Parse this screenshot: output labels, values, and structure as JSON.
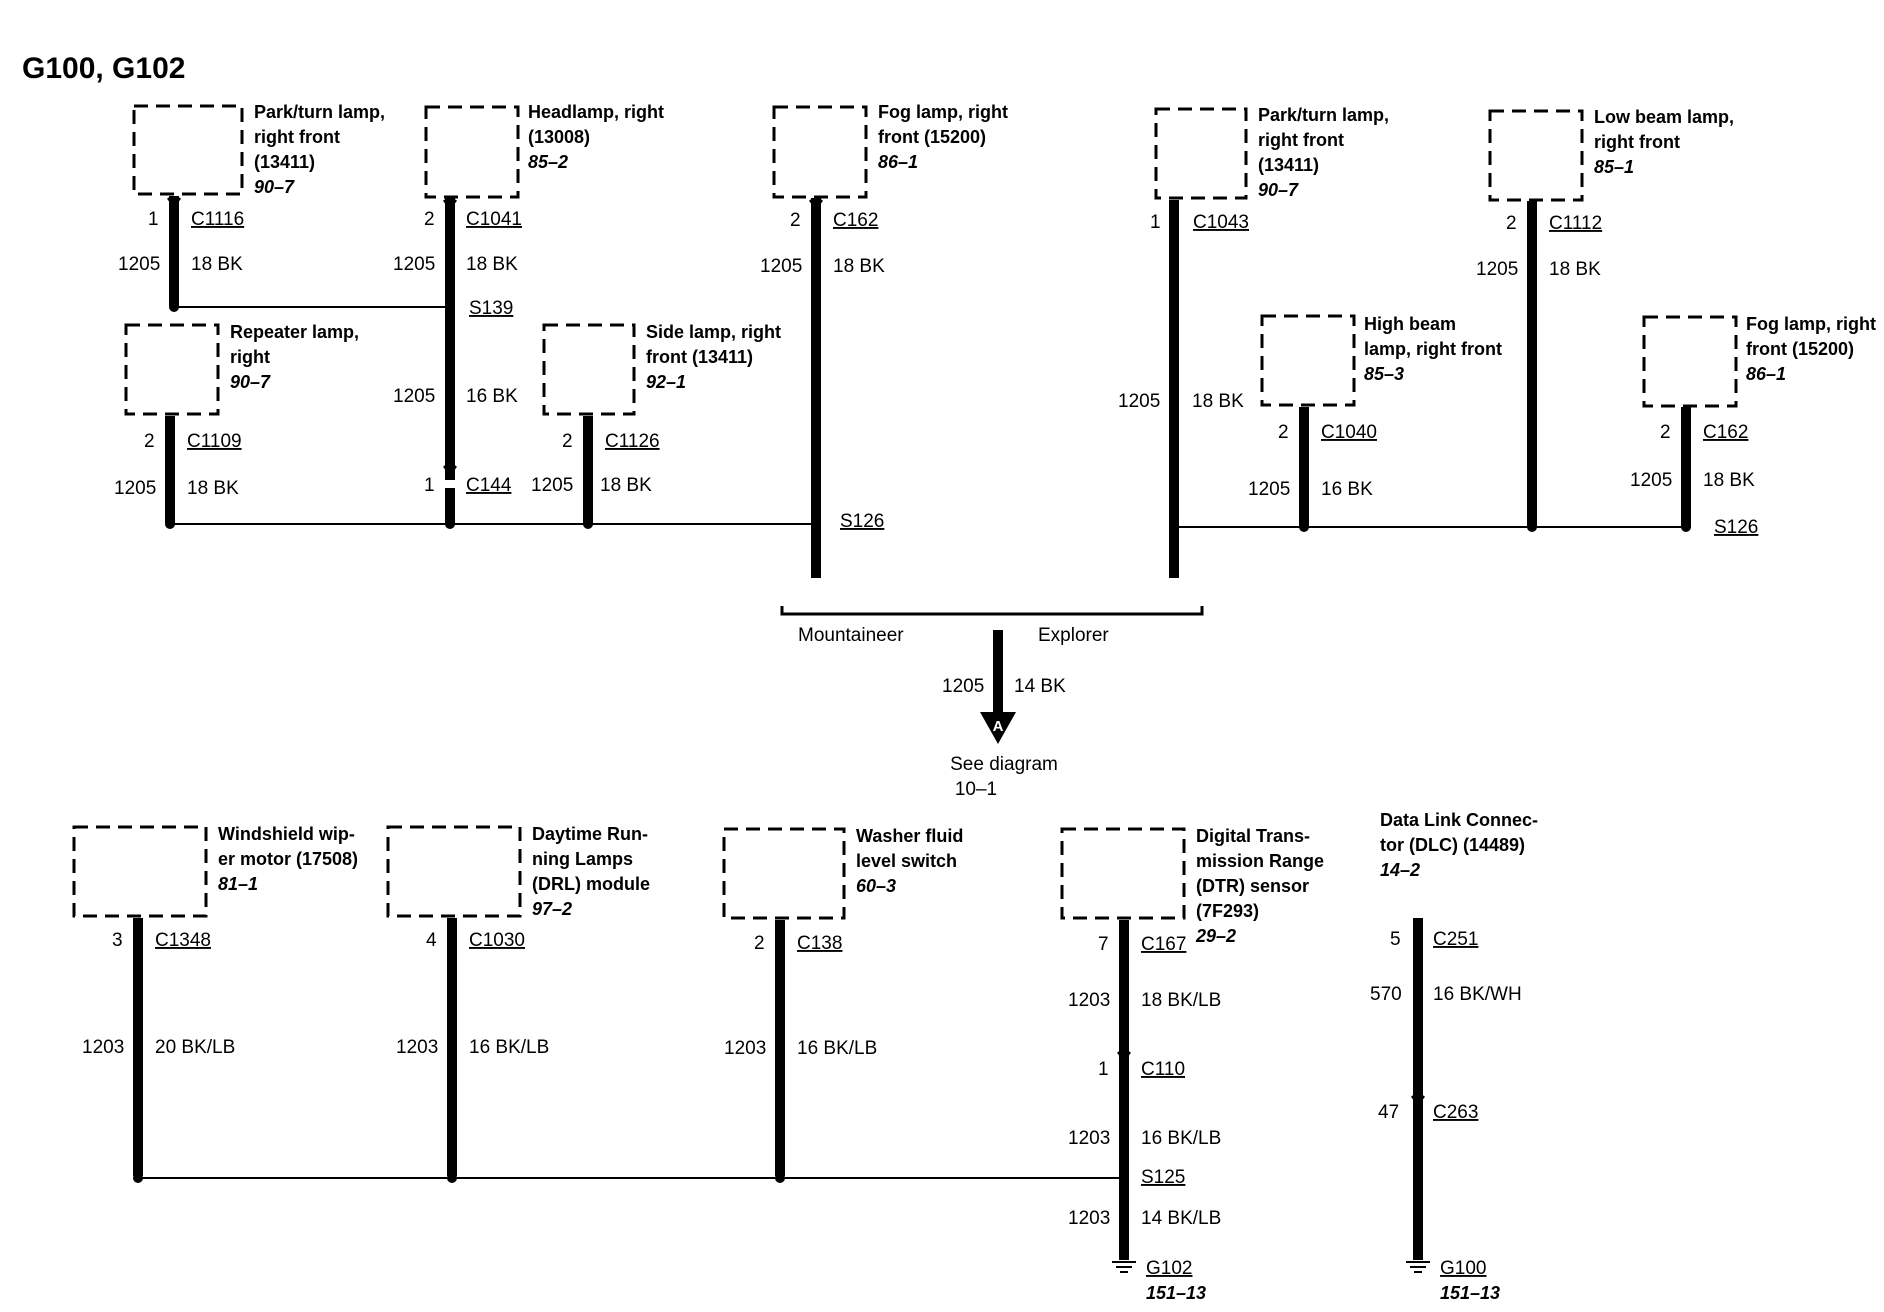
{
  "title": "G100, G102",
  "components": {
    "park_turn_lf": {
      "name_l1": "Park/turn lamp,",
      "name_l2": "right front",
      "name_l3": "(13411)",
      "ref": "90–7",
      "pin": "1",
      "connector": "C1116",
      "circuit": "1205",
      "wire": "18 BK"
    },
    "headlamp_right": {
      "name_l1": "Headlamp, right",
      "name_l2": "(13008)",
      "ref": "85–2",
      "pin": "2",
      "connector": "C1041",
      "circuit": "1205",
      "wire": "18 BK"
    },
    "fog_lamp_m": {
      "name_l1": "Fog lamp, right",
      "name_l2": "front (15200)",
      "ref": "86–1",
      "pin": "2",
      "connector": "C162",
      "circuit": "1205",
      "wire": "18 BK"
    },
    "park_turn_e": {
      "name_l1": "Park/turn lamp,",
      "name_l2": "right front",
      "name_l3": "(13411)",
      "ref": "90–7",
      "pin": "1",
      "connector": "C1043",
      "circuit": "1205",
      "wire": "18 BK"
    },
    "low_beam": {
      "name_l1": "Low beam lamp,",
      "name_l2": "right front",
      "ref": "85–1",
      "pin": "2",
      "connector": "C1112",
      "circuit": "1205",
      "wire": "18 BK"
    },
    "repeater": {
      "name_l1": "Repeater lamp,",
      "name_l2": "right",
      "ref": "90–7",
      "pin": "2",
      "connector": "C1109",
      "circuit": "1205",
      "wire": "18 BK"
    },
    "side_lamp": {
      "name_l1": "Side lamp, right",
      "name_l2": "front (13411)",
      "ref": "92–1",
      "pin": "2",
      "connector": "C1126",
      "circuit": "1205",
      "wire": "18 BK"
    },
    "high_beam": {
      "name_l1": "High beam",
      "name_l2": "lamp, right front",
      "ref": "85–3",
      "pin": "2",
      "connector": "C1040",
      "circuit": "1205",
      "wire": "16 BK"
    },
    "fog_lamp_e": {
      "name_l1": "Fog lamp, right",
      "name_l2": "front (15200)",
      "ref": "86–1",
      "pin": "2",
      "connector": "C162",
      "circuit": "1205",
      "wire": "18 BK"
    },
    "wiper": {
      "name_l1": "Windshield wip-",
      "name_l2": "er motor (17508)",
      "ref": "81–1",
      "pin": "3",
      "connector": "C1348",
      "circuit": "1203",
      "wire": "20 BK/LB"
    },
    "drl": {
      "name_l1": "Daytime Run-",
      "name_l2": "ning Lamps",
      "name_l3": "(DRL) module",
      "ref": "97–2",
      "pin": "4",
      "connector": "C1030",
      "circuit": "1203",
      "wire": "16 BK/LB"
    },
    "washer": {
      "name_l1": "Washer fluid",
      "name_l2": "level switch",
      "ref": "60–3",
      "pin": "2",
      "connector": "C138",
      "circuit": "1203",
      "wire": "16 BK/LB"
    },
    "dtr": {
      "name_l1": "Digital Trans-",
      "name_l2": "mission Range",
      "name_l3": "(DTR) sensor",
      "name_l4": "(7F293)",
      "ref": "29–2",
      "pin": "7",
      "connector": "C167",
      "circuit": "1203",
      "wire": "18 BK/LB"
    },
    "dlc": {
      "name_l1": "Data Link Connec-",
      "name_l2": "tor (DLC) (14489)",
      "ref": "14–2",
      "pin": "5",
      "connector": "C251",
      "circuit": "570",
      "wire": "16 BK/WH"
    }
  },
  "splices": {
    "s139": "S139",
    "s126_m": "S126",
    "s126_e": "S126",
    "s125": "S125"
  },
  "inline": {
    "c144": {
      "pin": "1",
      "connector": "C144",
      "circuit": "1205",
      "wire": "16 BK"
    },
    "c110": {
      "pin": "1",
      "connector": "C110",
      "circuit": "1203",
      "wire": "16 BK/LB"
    },
    "c263": {
      "pin": "47",
      "connector": "C263"
    }
  },
  "merge": {
    "left_label": "Mountaineer",
    "right_label": "Explorer",
    "circuit": "1205",
    "wire": "14 BK",
    "marker": "A",
    "see_l1": "See diagram",
    "see_l2": "10–1"
  },
  "grounds": {
    "g102": {
      "circuit": "1203",
      "wire": "14 BK/LB",
      "name": "G102",
      "ref": "151–13"
    },
    "g100": {
      "name": "G100",
      "ref": "151–13"
    }
  }
}
